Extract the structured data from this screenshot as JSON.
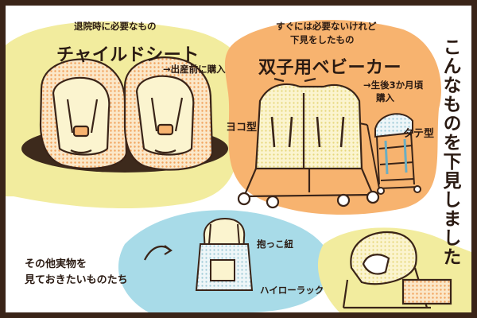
{
  "colors": {
    "yellow": "#f2ec9e",
    "orange": "#f7b36f",
    "blue": "#a8dbe8",
    "ink": "#3a2418",
    "dot_orange": "#f2a35c",
    "cream": "#fbf4cf",
    "shadow": "#3d2a1c"
  },
  "title_vertical": "こんなものを下見しました",
  "car_seat": {
    "caption": "退院時に必要なもの",
    "title": "チャイルドシート",
    "note": "→出産前に購入"
  },
  "stroller": {
    "caption_line1": "すぐには必要ないけれど",
    "caption_line2": "下見をしたもの",
    "title": "双子用ベビーカー",
    "note_line1": "→生後3か月頃",
    "note_line2": "購入",
    "label_side": "ヨコ型",
    "label_vertical": "タテ型"
  },
  "others": {
    "caption_line1": "その他実物を",
    "caption_line2": "見ておきたいものたち",
    "carrier_label": "抱っこ紐",
    "highlow_label": "ハイローラック"
  }
}
